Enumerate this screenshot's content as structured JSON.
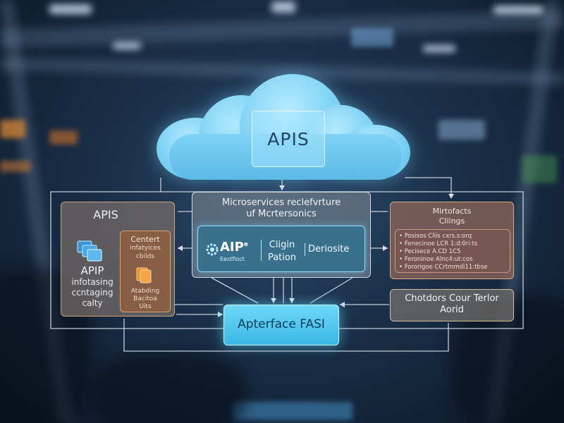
{
  "cloud": {
    "title": "APIS"
  },
  "left": {
    "title": "APIS",
    "label_1": "APIP",
    "label_2": "infotasing",
    "label_3": "ccntaging",
    "label_4": "calty",
    "inner": {
      "title_1": "Centert",
      "title_2": "infatyices",
      "title_3": "cbilds",
      "sub_1": "Atabding",
      "sub_2": "Bacitoa",
      "sub_3": "Uits"
    }
  },
  "center": {
    "title_1": "Microservices reclefvrture",
    "title_2": "uf Mcrtersonics",
    "logo": "AIP",
    "logo_sup": "e",
    "logo_sub": "Eestfloct",
    "item_1": "Cligin",
    "item_2": "Pation",
    "item_3": "Deriosite"
  },
  "right": {
    "title_1": "Mirtofacts",
    "title_2": "Cliings",
    "lines": [
      "Posisos  Cliis cxrs.s:orq",
      "Fenecinoe  LCR 1:d:0ri:ts",
      "Pecisece  A.CD  1C5",
      "Feroninoe  Alnc4:ut:cos",
      "Fororigoe  CCrtmmdi11:tbse"
    ],
    "bottom_1": "Chotdors Cour Terlor",
    "bottom_2": "Aorid"
  },
  "bottom": {
    "title": "Apterface FASI"
  },
  "colors": {
    "cloud": "#7fd2f5",
    "accent_cyan": "#5cc8ef",
    "panel_border_warm": "#c9a57a",
    "wire": "#d7dee6"
  }
}
